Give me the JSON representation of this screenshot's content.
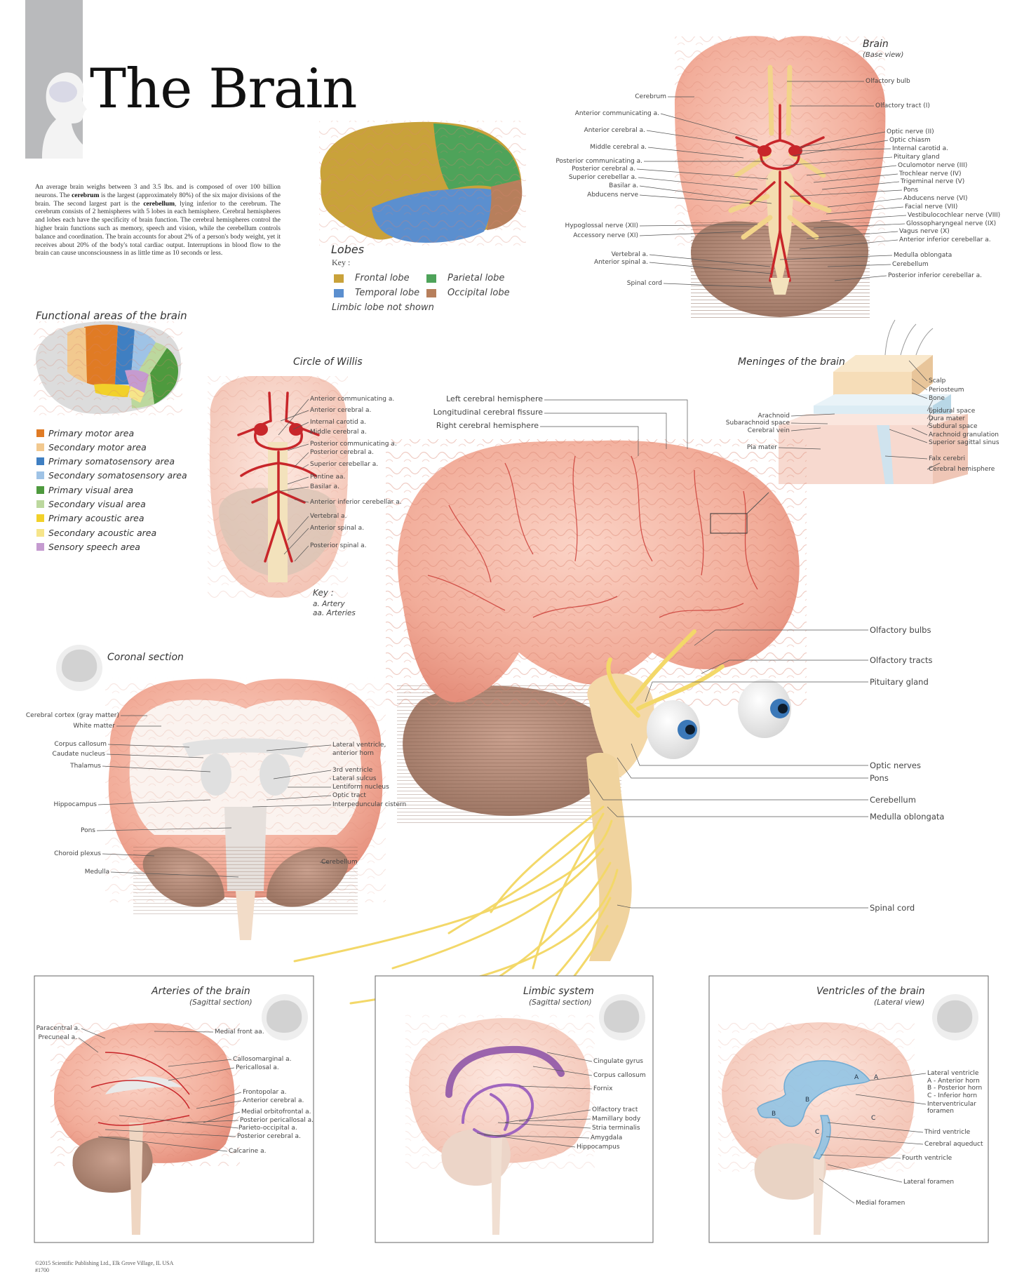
{
  "title": "The Brain",
  "intro": {
    "part1": "An average brain weighs between 3 and 3.5 lbs. and is composed of over 100 billion neurons. The ",
    "cerebrum": "cerebrum",
    "part2": " is the largest (approximately 80%) of the six major divisions of the brain. The second largest part is the ",
    "cerebellum": "cerebellum",
    "part3": ", lying inferior to the cerebrum. The cerebrum consists of 2 hemispheres with 5 lobes in each hemisphere. Cerebral hemispheres and lobes each have the specificity of brain function. The cerebral hemispheres control the higher brain functions such as memory, speech and vision, while the cerebellum controls balance and coordination. The brain accounts for about 2% of a person's body weight, yet it receives about 20% of the body's total cardiac output. Interruptions in blood flow to the brain can cause unconsciousness in as little time as 10 seconds or less."
  },
  "lobes": {
    "title": "Lobes",
    "key_label": "Key :",
    "items": [
      {
        "label": "Frontal lobe",
        "color": "#c9a23a"
      },
      {
        "label": "Parietal lobe",
        "color": "#4ea35a"
      },
      {
        "label": "Temporal lobe",
        "color": "#5b8fcf"
      },
      {
        "label": "Occipital lobe",
        "color": "#b77f5c"
      }
    ],
    "note": "Limbic lobe not shown"
  },
  "functional": {
    "title": "Functional areas of the brain",
    "items": [
      {
        "label": "Primary motor area",
        "color": "#e07b24"
      },
      {
        "label": "Secondary motor area",
        "color": "#f2c98f"
      },
      {
        "label": "Primary somatosensory area",
        "color": "#3f7fc2"
      },
      {
        "label": "Secondary somatosensory area",
        "color": "#9fc3e6"
      },
      {
        "label": "Primary visual area",
        "color": "#4e9a3e"
      },
      {
        "label": "Secondary visual area",
        "color": "#bcd89e"
      },
      {
        "label": "Primary acoustic area",
        "color": "#f2d12a"
      },
      {
        "label": "Secondary acoustic area",
        "color": "#f6e58a"
      },
      {
        "label": "Sensory speech area",
        "color": "#c59bd0"
      }
    ]
  },
  "base": {
    "title": "Brain",
    "subtitle": "(Base view)",
    "left": [
      "Cerebrum",
      "Anterior communicating a.",
      "Anterior cerebral a.",
      "Middle cerebral a.",
      "Posterior communicating a.",
      "Posterior cerebral a.",
      "Superior cerebellar a.",
      "Basilar a.",
      "Abducens nerve",
      "Hypoglossal nerve (XII)",
      "Accessory nerve (XI)",
      "Vertebral a.",
      "Anterior spinal a.",
      "Spinal cord"
    ],
    "right": [
      "Olfactory bulb",
      "Olfactory tract (I)",
      "Optic nerve (II)",
      "Optic chiasm",
      "Internal carotid a.",
      "Pituitary gland",
      "Oculomotor nerve (III)",
      "Trochlear nerve  (IV)",
      "Trigeminal nerve (V)",
      "Pons",
      "Abducens nerve (VI)",
      "Facial nerve (VII)",
      "Vestibulocochlear nerve (VIII)",
      "Glossopharyngeal nerve (IX)",
      "Vagus nerve (X)",
      "Anterior inferior cerebellar a.",
      "Medulla oblongata",
      "Cerebellum",
      "Posterior inferior cerebellar a."
    ]
  },
  "willis": {
    "title": "Circle of Willis",
    "labels": [
      "Anterior communicating a.",
      "Anterior cerebral a.",
      "Internal carotid a.",
      "Middle cerebral a.",
      "Posterior communicating a.",
      "Posterior cerebral a.",
      "Superior cerebellar a.",
      "Pontine aa.",
      "Basilar a.",
      "Anterior inferior cerebellar a.",
      "Vertebral a.",
      "Anterior spinal a.",
      "Posterior spinal a."
    ],
    "key_title": "Key :",
    "key_artery": "a. Artery",
    "key_arteries": "aa. Arteries"
  },
  "meninges": {
    "title": "Meninges of the brain",
    "right": [
      "Scalp",
      "Periosteum",
      "Bone",
      "Epidural space",
      "Dura mater",
      "Subdural space",
      "Arachnoid granulation",
      "Superior sagittal sinus",
      "Falx cerebri",
      "Cerebral hemisphere"
    ],
    "left": [
      "Arachnoid",
      "Subarachnoid space",
      "Cerebral vein",
      "Pia mater"
    ]
  },
  "main": {
    "top": [
      "Left cerebral hemisphere",
      "Longitudinal cerebral fissure",
      "Right cerebral hemisphere"
    ],
    "right": [
      "Olfactory bulbs",
      "Olfactory tracts",
      "Pituitary gland",
      "Optic nerves",
      "Pons",
      "Cerebellum",
      "Medulla oblongata",
      "Spinal cord"
    ]
  },
  "coronal": {
    "title": "Coronal section",
    "left": [
      "Cerebral cortex (gray matter)",
      "White matter",
      "Corpus callosum",
      "Caudate nucleus",
      "Thalamus",
      "Hippocampus",
      "Pons",
      "Choroid plexus",
      "Medulla"
    ],
    "right": [
      "Lateral ventricle,",
      "anterior horn",
      "3rd ventricle",
      "Lateral sulcus",
      "Lentiform nucleus",
      "Optic tract",
      "Interpeduncular cistern",
      "Cerebellum"
    ]
  },
  "arteries": {
    "title": "Arteries of the brain",
    "subtitle": "(Sagittal section)",
    "left": [
      "Paracentral a.",
      "Precuneal a."
    ],
    "right": [
      "Medial front aa.",
      "Callosomarginal a.",
      "Pericallosal a.",
      "Frontopolar a.",
      "Anterior cerebral a.",
      "Medial orbitofrontal a.",
      "Posterior pericallosal a.",
      "Parieto-occipital a.",
      "Posterior cerebral a.",
      "Calcarine a."
    ]
  },
  "limbic": {
    "title": "Limbic system",
    "subtitle": "(Sagittal section)",
    "right": [
      "Cingulate gyrus",
      "Corpus callosum",
      "Fornix",
      "Olfactory tract",
      "Mamillary body",
      "Stria terminalis",
      "Amygdala",
      "Hippocampus"
    ]
  },
  "ventricles": {
    "title": "Ventricles of the brain",
    "subtitle": "(Lateral view)",
    "right": [
      "Lateral ventricle",
      "A - Anterior horn",
      "B - Posterior horn",
      "C - Inferior horn",
      "Interventricular",
      "foramen",
      "Third ventricle",
      "Cerebral aqueduct",
      "Fourth ventricle",
      "Lateral foramen",
      "Medial foramen"
    ],
    "letters": [
      "A",
      "A",
      "B",
      "B",
      "C",
      "C"
    ]
  },
  "copyright": {
    "line1": "©2015 Scientific Publishing Ltd., Elk Grove Village, IL  USA",
    "line2": "#1700"
  }
}
